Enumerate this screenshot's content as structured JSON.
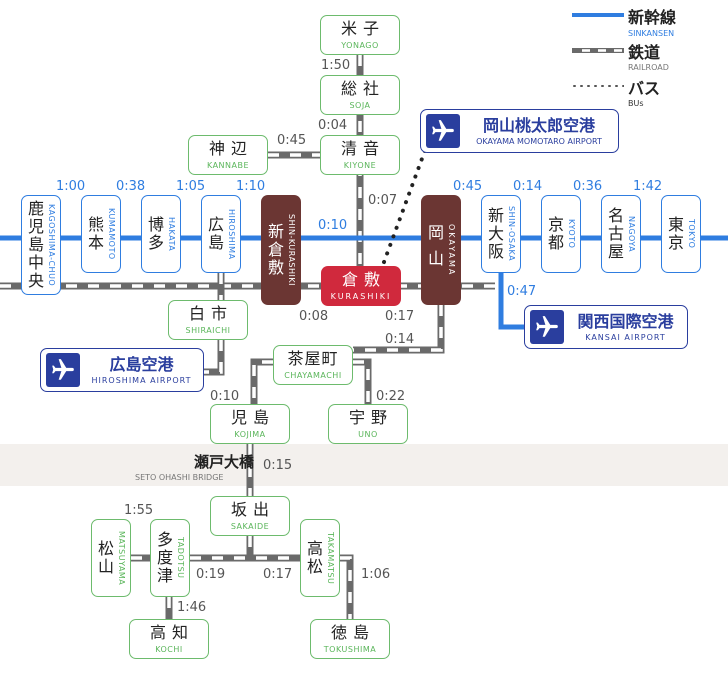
{
  "legend": {
    "shinkansen": {
      "jp": "新幹線",
      "en": "SINKANSEN"
    },
    "railroad": {
      "jp": "鉄道",
      "en": "RAILROAD"
    },
    "bus": {
      "jp": "バス",
      "en": "BUs"
    }
  },
  "colors": {
    "shinkansen": "#2f7de0",
    "railroad": "#6a6a6a",
    "local_station_border": "#6dbb6d",
    "shinkansen_station_border": "#2f7de0",
    "hub_station": "#6b3633",
    "kurashiki": "#d0293d",
    "airport": "#2a3e9e",
    "bridge_band": "#f3f0ed"
  },
  "stations": {
    "yonago": {
      "jp": "米子",
      "en": "YONAGO"
    },
    "soja": {
      "jp": "総社",
      "en": "SOJA"
    },
    "kiyone": {
      "jp": "清音",
      "en": "KIYONE"
    },
    "kannabe": {
      "jp": "神辺",
      "en": "KANNABE"
    },
    "kagoshima_chuo": {
      "jp": "鹿児島中央",
      "en": "KAGOSHIMA-CHUO"
    },
    "kumamoto": {
      "jp": "熊本",
      "en": "KUMAMOTO"
    },
    "hakata": {
      "jp": "博多",
      "en": "HAKATA"
    },
    "hiroshima": {
      "jp": "広島",
      "en": "HIROSHIMA"
    },
    "shin_kurashiki": {
      "jp": "新倉敷",
      "en": "SHIN-KURASHIKI"
    },
    "kurashiki": {
      "jp": "倉敷",
      "en": "KURASHIKI"
    },
    "okayama": {
      "jp": "岡山",
      "en": "OKAYAMA"
    },
    "shin_osaka": {
      "jp": "新大阪",
      "en": "SHIN-OSAKA"
    },
    "kyoto": {
      "jp": "京都",
      "en": "KYOTO"
    },
    "nagoya": {
      "jp": "名古屋",
      "en": "NAGOYA"
    },
    "tokyo": {
      "jp": "東京",
      "en": "TOKYO"
    },
    "shiraichi": {
      "jp": "白市",
      "en": "SHIRAICHI"
    },
    "chayamachi": {
      "jp": "茶屋町",
      "en": "CHAYAMACHI"
    },
    "kojima": {
      "jp": "児島",
      "en": "KOJIMA"
    },
    "uno": {
      "jp": "宇野",
      "en": "UNO"
    },
    "sakaide": {
      "jp": "坂出",
      "en": "SAKAIDE"
    },
    "matsuyama": {
      "jp": "松山",
      "en": "MATSUYAMA"
    },
    "tadotsu": {
      "jp": "多度津",
      "en": "TADOTSU"
    },
    "takamatsu": {
      "jp": "高松",
      "en": "TAKAMATSU"
    },
    "kochi": {
      "jp": "高知",
      "en": "KOCHI"
    },
    "tokushima": {
      "jp": "徳島",
      "en": "TOKUSHIMA"
    }
  },
  "airports": {
    "okayama": {
      "jp": "岡山桃太郎空港",
      "en": "OKAYAMA MOMOTARO AIRPORT"
    },
    "kansai": {
      "jp": "関西国際空港",
      "en": "KANSAI AIRPORT"
    },
    "hiroshima": {
      "jp": "広島空港",
      "en": "HIROSHIMA AIRPORT"
    }
  },
  "bridge": {
    "jp": "瀬戸大橋",
    "en": "SETO OHASHI BRIDGE"
  },
  "times": {
    "yonago_soja": "1:50",
    "soja_kiyone": "0:04",
    "kannabe_kiyone": "0:45",
    "kiyone_kurashiki": "0:07",
    "kagoshima_kumamoto": "1:00",
    "kumamoto_hakata": "0:38",
    "hakata_hiroshima": "1:05",
    "hiroshima_shinkurashiki": "1:10",
    "shinkurashiki_okayama": "0:10",
    "okayama_shinosaka": "0:45",
    "shinosaka_kyoto": "0:14",
    "kyoto_nagoya": "0:36",
    "nagoya_tokyo": "1:42",
    "shinosaka_kansai": "0:47",
    "shinkurashiki_kurashiki": "0:08",
    "kurashiki_okayama": "0:17",
    "okayama_chayamachi": "0:14",
    "chayamachi_kojima": "0:10",
    "chayamachi_uno": "0:22",
    "kojima_sakaide": "0:15",
    "tadotsu_matsuyama": "1:55",
    "sakaide_tadotsu": "0:19",
    "sakaide_takamatsu": "0:17",
    "takamatsu_tokushima": "1:06",
    "tadotsu_kochi": "1:46"
  }
}
